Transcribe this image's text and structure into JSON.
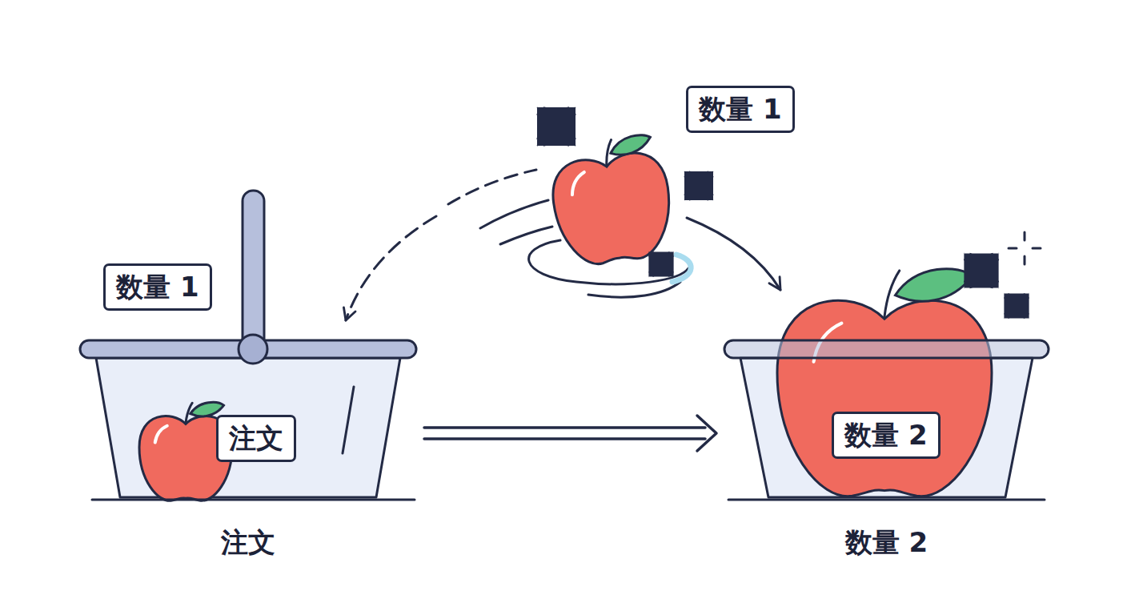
{
  "diagram": {
    "nodes": [
      {
        "text": [
          "数量 1"
        ]
      },
      {
        "text": [
          "数量 1"
        ]
      },
      {
        "text": [
          "注文"
        ]
      },
      {
        "text": [
          "注文"
        ],
        "in": 2
      },
      {
        "text": [
          "数量 2"
        ]
      },
      {
        "text": [
          "数量 2"
        ],
        "in": 4
      }
    ],
    "edges": [
      {
        "from": 2,
        "to": 4,
        "arrow": "to"
      }
    ]
  }
}
